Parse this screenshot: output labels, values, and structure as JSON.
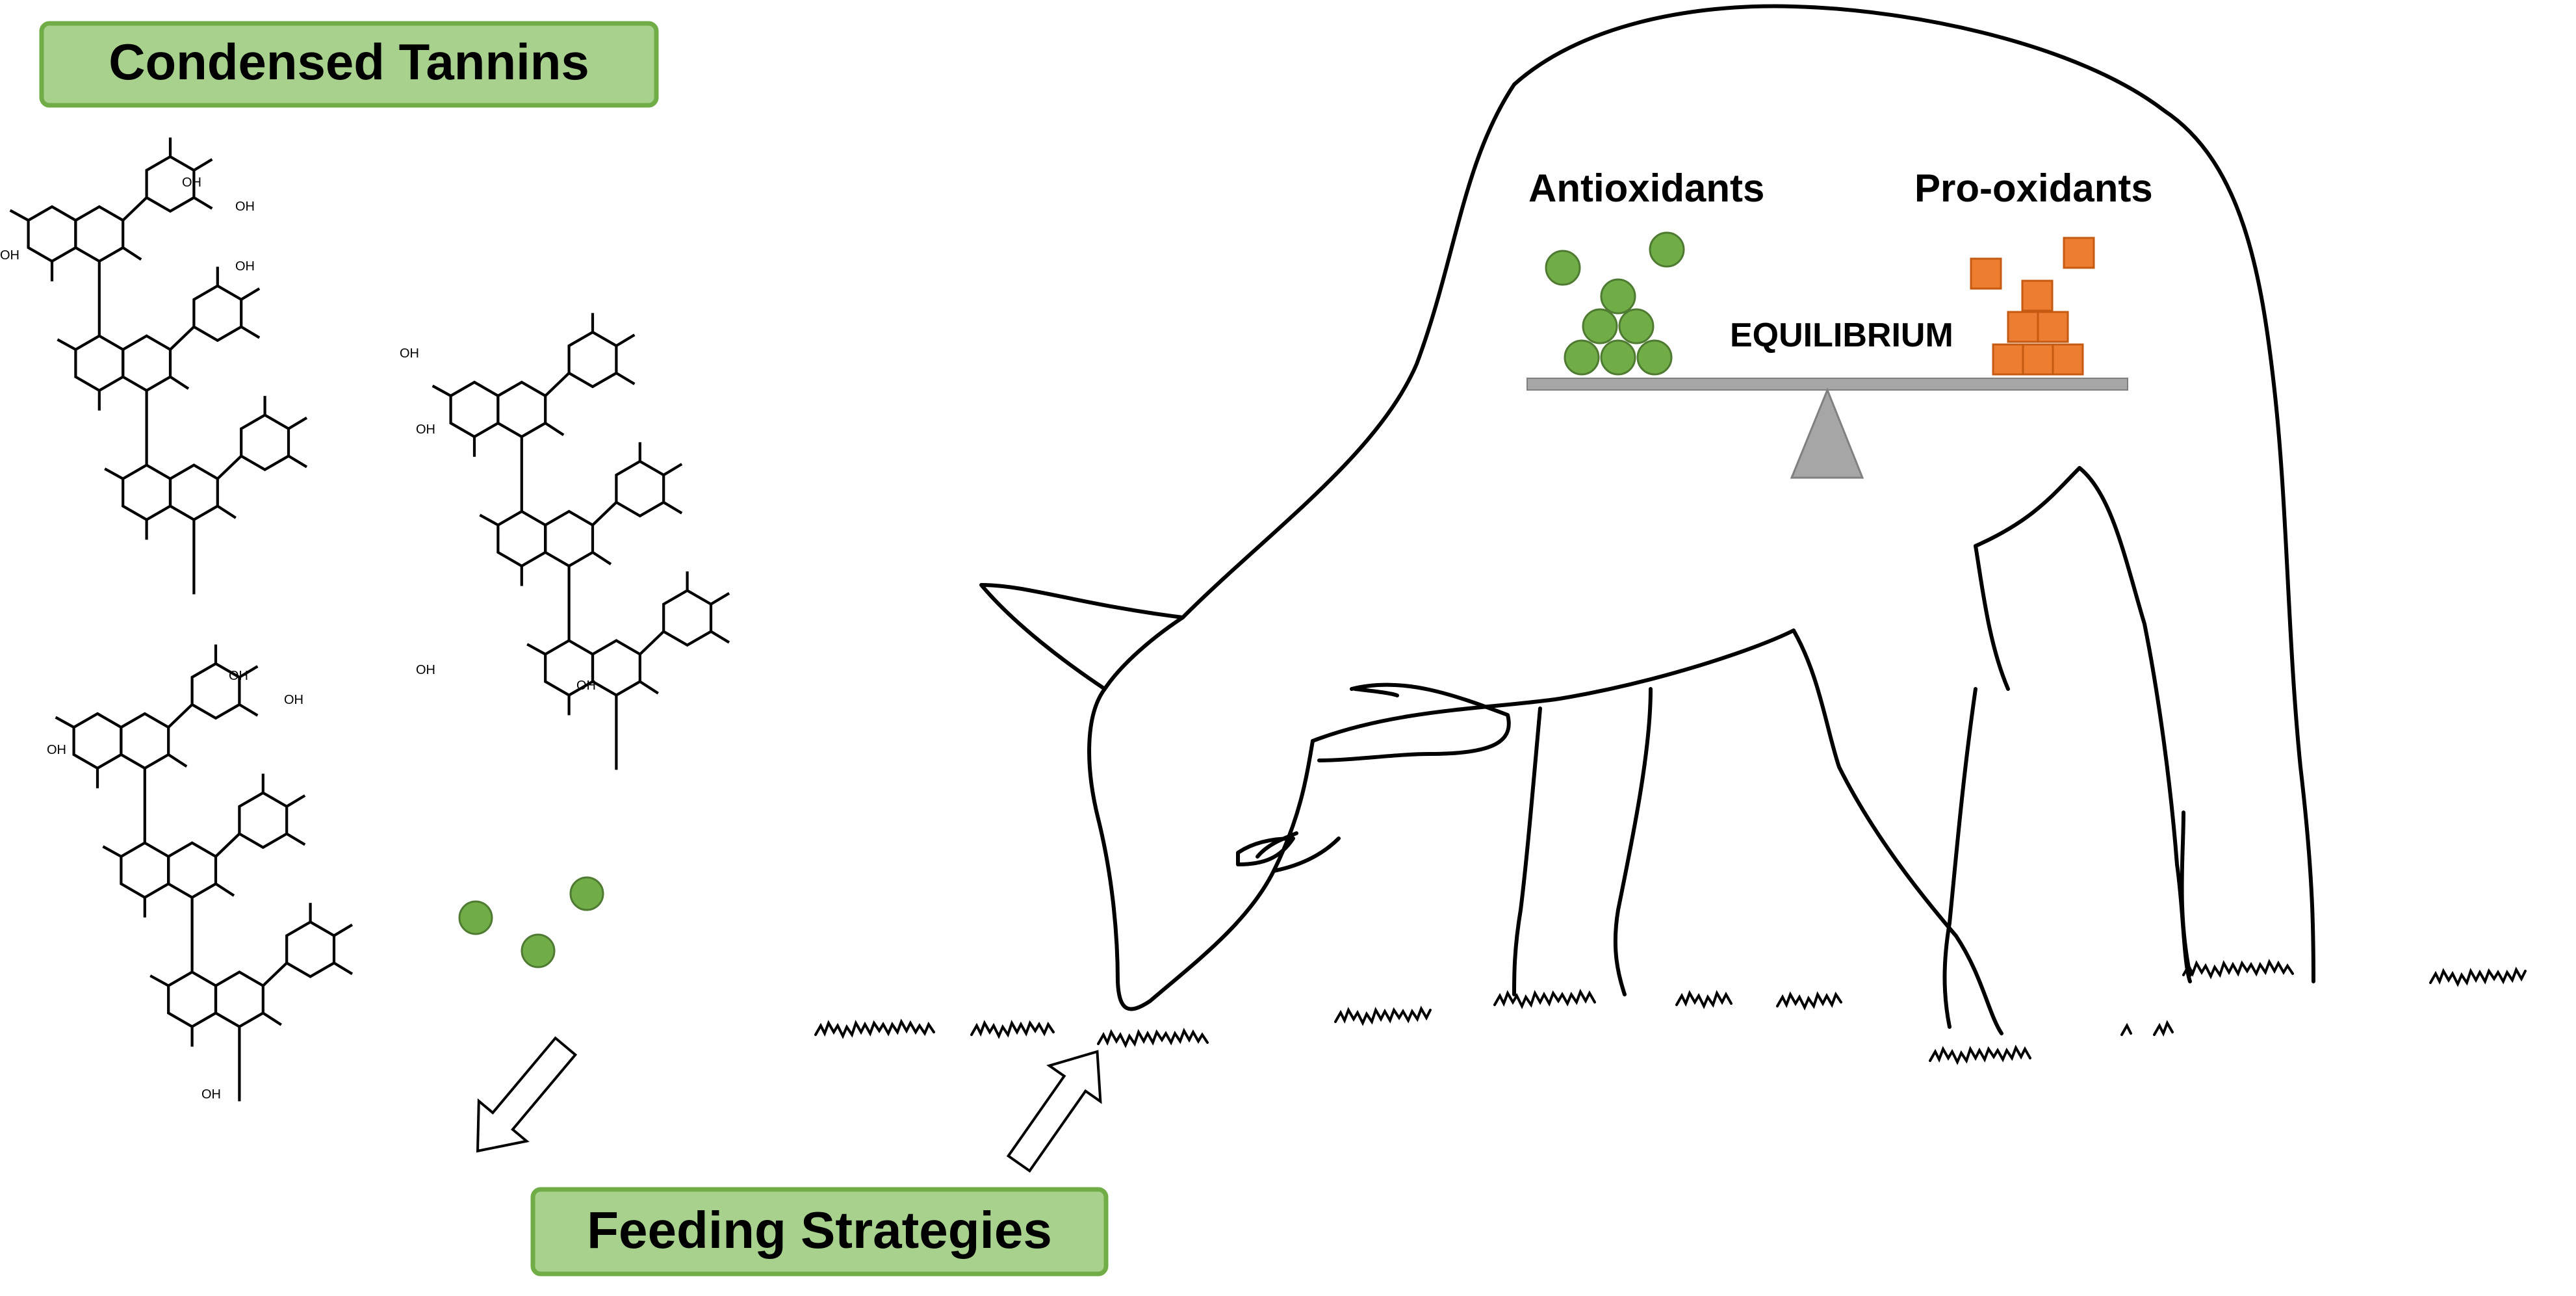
{
  "title_box": {
    "label": "Condensed Tannins"
  },
  "feeding_box": {
    "label": "Feeding Strategies"
  },
  "balance": {
    "left_label": "Antioxidants",
    "right_label": "Pro-oxidants",
    "center_label": "EQUILIBRIUM"
  },
  "molecule": {
    "hydroxyl_label": "OH"
  },
  "colors": {
    "box_fill": "#a9d18e",
    "box_border": "#70ad47",
    "antioxidant_fill": "#70ad47",
    "antioxidant_stroke": "#4e7a32",
    "prooxidant_fill": "#ed7d31",
    "prooxidant_stroke": "#c55a11",
    "beam": "#a6a6a6",
    "fulcrum": "#a6a6a6"
  },
  "icons": [
    "molecule-structure",
    "sheep-outline",
    "grass",
    "arrow",
    "balance-scale"
  ]
}
